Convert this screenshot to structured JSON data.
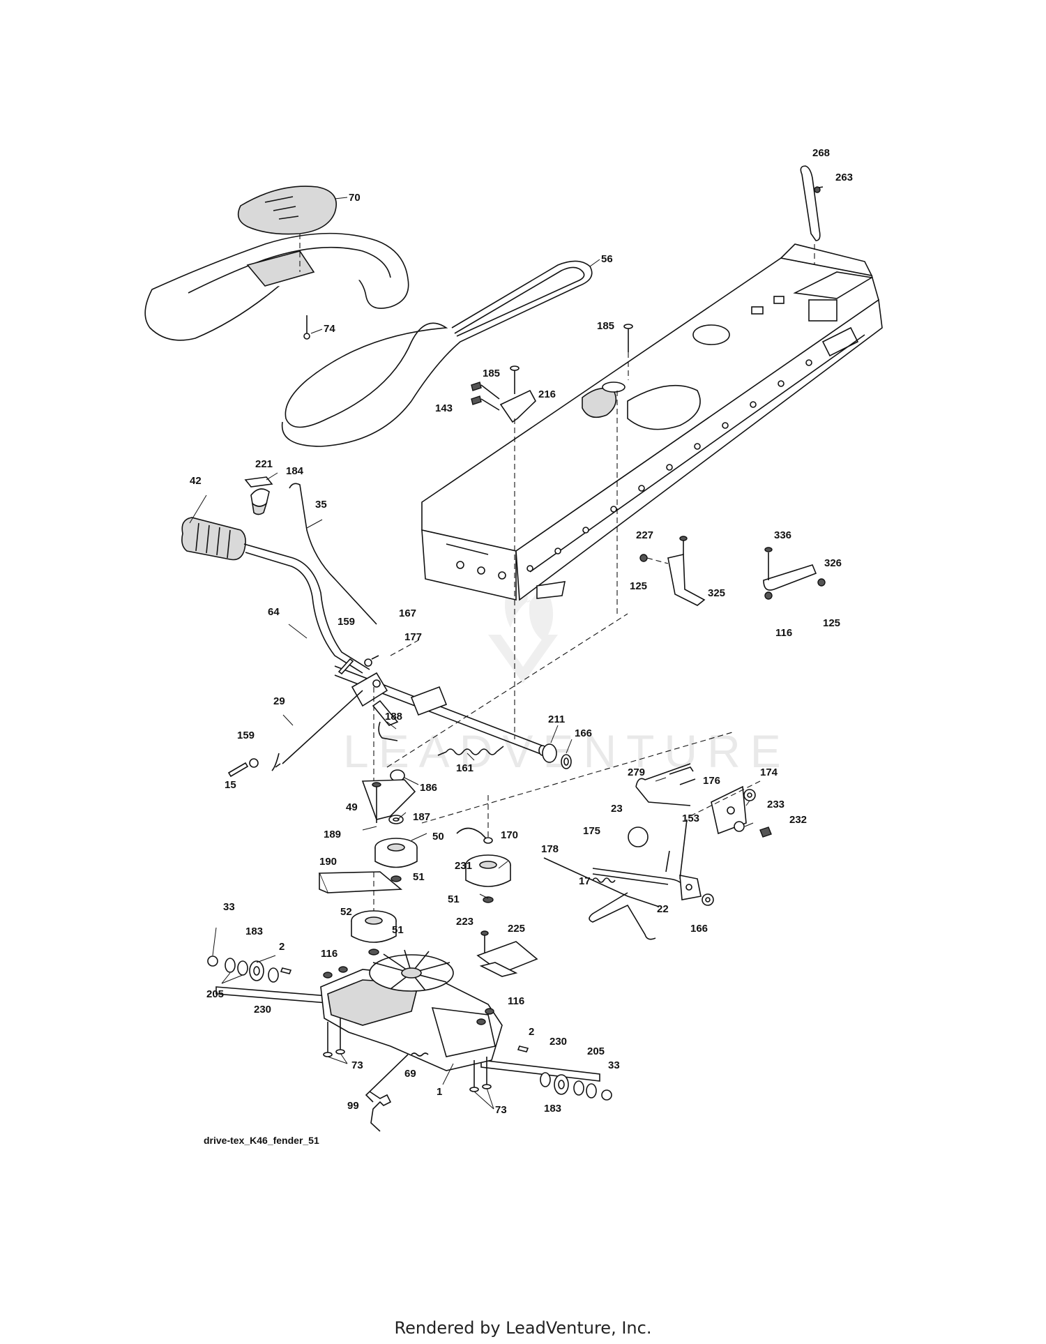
{
  "diagram": {
    "caption": "drive-tex_K46_fender_51",
    "watermark": "LEADVENTURE",
    "callouts": [
      {
        "id": "c70",
        "text": "70"
      },
      {
        "id": "c56",
        "text": "56"
      },
      {
        "id": "c74",
        "text": "74"
      },
      {
        "id": "c268",
        "text": "268"
      },
      {
        "id": "c263",
        "text": "263"
      },
      {
        "id": "c185a",
        "text": "185"
      },
      {
        "id": "c185b",
        "text": "185"
      },
      {
        "id": "c143",
        "text": "143"
      },
      {
        "id": "c216",
        "text": "216"
      },
      {
        "id": "c221",
        "text": "221"
      },
      {
        "id": "c184",
        "text": "184"
      },
      {
        "id": "c42",
        "text": "42"
      },
      {
        "id": "c35",
        "text": "35"
      },
      {
        "id": "c227",
        "text": "227"
      },
      {
        "id": "c336",
        "text": "336"
      },
      {
        "id": "c326",
        "text": "326"
      },
      {
        "id": "c125a",
        "text": "125"
      },
      {
        "id": "c325",
        "text": "325"
      },
      {
        "id": "c125b",
        "text": "125"
      },
      {
        "id": "c116a",
        "text": "116"
      },
      {
        "id": "c64",
        "text": "64"
      },
      {
        "id": "c159a",
        "text": "159"
      },
      {
        "id": "c167",
        "text": "167"
      },
      {
        "id": "c177",
        "text": "177"
      },
      {
        "id": "c29",
        "text": "29"
      },
      {
        "id": "c188",
        "text": "188"
      },
      {
        "id": "c211",
        "text": "211"
      },
      {
        "id": "c166a",
        "text": "166"
      },
      {
        "id": "c159b",
        "text": "159"
      },
      {
        "id": "c15",
        "text": "15"
      },
      {
        "id": "c161",
        "text": "161"
      },
      {
        "id": "c186",
        "text": "186"
      },
      {
        "id": "c279",
        "text": "279"
      },
      {
        "id": "c176",
        "text": "176"
      },
      {
        "id": "c174",
        "text": "174"
      },
      {
        "id": "c49",
        "text": "49"
      },
      {
        "id": "c187",
        "text": "187"
      },
      {
        "id": "c189",
        "text": "189"
      },
      {
        "id": "c50",
        "text": "50"
      },
      {
        "id": "c170",
        "text": "170"
      },
      {
        "id": "c23",
        "text": "23"
      },
      {
        "id": "c153",
        "text": "153"
      },
      {
        "id": "c233",
        "text": "233"
      },
      {
        "id": "c232",
        "text": "232"
      },
      {
        "id": "c175",
        "text": "175"
      },
      {
        "id": "c178",
        "text": "178"
      },
      {
        "id": "c190",
        "text": "190"
      },
      {
        "id": "c51a",
        "text": "51"
      },
      {
        "id": "c231",
        "text": "231"
      },
      {
        "id": "c51b",
        "text": "51"
      },
      {
        "id": "c17",
        "text": "17"
      },
      {
        "id": "c22",
        "text": "22"
      },
      {
        "id": "c166b",
        "text": "166"
      },
      {
        "id": "c52",
        "text": "52"
      },
      {
        "id": "c51c",
        "text": "51"
      },
      {
        "id": "c33a",
        "text": "33"
      },
      {
        "id": "c183a",
        "text": "183"
      },
      {
        "id": "c2a",
        "text": "2"
      },
      {
        "id": "c116b",
        "text": "116"
      },
      {
        "id": "c223",
        "text": "223"
      },
      {
        "id": "c225",
        "text": "225"
      },
      {
        "id": "c205a",
        "text": "205"
      },
      {
        "id": "c230a",
        "text": "230"
      },
      {
        "id": "c116c",
        "text": "116"
      },
      {
        "id": "c2b",
        "text": "2"
      },
      {
        "id": "c230b",
        "text": "230"
      },
      {
        "id": "c205b",
        "text": "205"
      },
      {
        "id": "c33b",
        "text": "33"
      },
      {
        "id": "c73a",
        "text": "73"
      },
      {
        "id": "c69",
        "text": "69"
      },
      {
        "id": "c1",
        "text": "1"
      },
      {
        "id": "c99",
        "text": "99"
      },
      {
        "id": "c183b",
        "text": "183"
      },
      {
        "id": "c73b",
        "text": "73"
      }
    ]
  },
  "footer": {
    "text": "Rendered by LeadVenture, Inc."
  }
}
